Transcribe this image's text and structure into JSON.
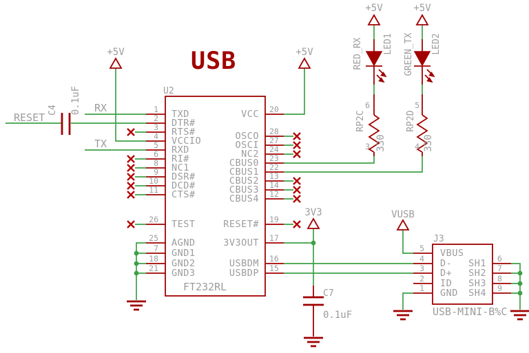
{
  "title": "USB",
  "colors": {
    "component": "#a00000",
    "wire": "#3da046",
    "label": "#9c9c9c",
    "no_connect": "#b40000",
    "background": "#ffffff"
  },
  "supplies": {
    "plus5v": "+5V",
    "v3v3": "3V3",
    "vusb": "VUSB"
  },
  "nets": {
    "reset": "RESET",
    "rx": "RX",
    "tx": "TX"
  },
  "u2": {
    "refdes": "U2",
    "value": "FT232RL",
    "left_pins": [
      {
        "num": "1",
        "name": "TXD"
      },
      {
        "num": "2",
        "name": "DTR#"
      },
      {
        "num": "3",
        "name": "RTS#"
      },
      {
        "num": "4",
        "name": "VCCIO"
      },
      {
        "num": "5",
        "name": "RXD"
      },
      {
        "num": "6",
        "name": "RI#"
      },
      {
        "num": "8",
        "name": "NC1"
      },
      {
        "num": "9",
        "name": "DSR#"
      },
      {
        "num": "10",
        "name": "DCD#"
      },
      {
        "num": "11",
        "name": "CTS#"
      },
      {
        "num": "26",
        "name": "TEST"
      },
      {
        "num": "25",
        "name": "AGND"
      },
      {
        "num": "7",
        "name": "GND1"
      },
      {
        "num": "18",
        "name": "GND2"
      },
      {
        "num": "21",
        "name": "GND3"
      }
    ],
    "right_pins": [
      {
        "num": "20",
        "name": "VCC"
      },
      {
        "num": "28",
        "name": "OSCO"
      },
      {
        "num": "27",
        "name": "OSCI"
      },
      {
        "num": "24",
        "name": "NC2"
      },
      {
        "num": "23",
        "name": "CBUS0"
      },
      {
        "num": "22",
        "name": "CBUS1"
      },
      {
        "num": "13",
        "name": "CBUS2"
      },
      {
        "num": "14",
        "name": "CBUS3"
      },
      {
        "num": "12",
        "name": "CBUS4"
      },
      {
        "num": "19",
        "name": "RESET#"
      },
      {
        "num": "17",
        "name": "3V3OUT"
      },
      {
        "num": "16",
        "name": "USBDM"
      },
      {
        "num": "15",
        "name": "USBDP"
      }
    ]
  },
  "c4": {
    "refdes": "C4",
    "value": "0.1uF"
  },
  "c7": {
    "refdes": "C7",
    "value": "0.1uF"
  },
  "led1": {
    "refdes": "LED1",
    "net": "RED_RX"
  },
  "led2": {
    "refdes": "LED2",
    "net": "GREEN_TX"
  },
  "rp2c": {
    "refdes": "RP2C",
    "value": "330",
    "pin_top": "6",
    "pin_bottom": "3"
  },
  "rp2d": {
    "refdes": "RP2D",
    "value": "330",
    "pin_top": "5",
    "pin_bottom": "4"
  },
  "j3": {
    "refdes": "J3",
    "value": "USB-MINI-B%C",
    "left_pins": [
      {
        "num": "5",
        "name": "VBUS"
      },
      {
        "num": "4",
        "name": "D-"
      },
      {
        "num": "3",
        "name": "D+"
      },
      {
        "num": "2",
        "name": "ID"
      },
      {
        "num": "1",
        "name": "GND"
      }
    ],
    "right_pins": [
      {
        "num": "6",
        "name": "SH1"
      },
      {
        "num": "7",
        "name": "SH2"
      },
      {
        "num": "8",
        "name": "SH3"
      },
      {
        "num": "9",
        "name": "SH4"
      }
    ]
  }
}
